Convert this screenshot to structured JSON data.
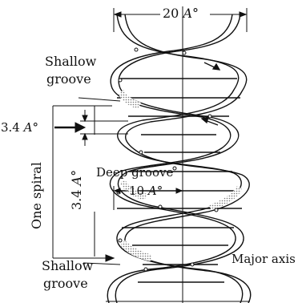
{
  "labels": {
    "width_value": "20",
    "width_unit": "A°",
    "shallow_top_line1": "Shallow",
    "shallow_top_line2": "groove",
    "rise_value": "3.4",
    "rise_unit": "A°",
    "pitch_value": "3.4",
    "pitch_unit": "A°",
    "one_spiral": "One spiral",
    "deep_groove": "Deep groove",
    "deep_width_value": "10",
    "deep_width_unit": "A°",
    "major_axis": "Major axis",
    "shallow_bottom_line1": "Shallow",
    "shallow_bottom_line2": "groove"
  },
  "colors": {
    "ink": "#111111",
    "shade": "#bdbdbd"
  }
}
